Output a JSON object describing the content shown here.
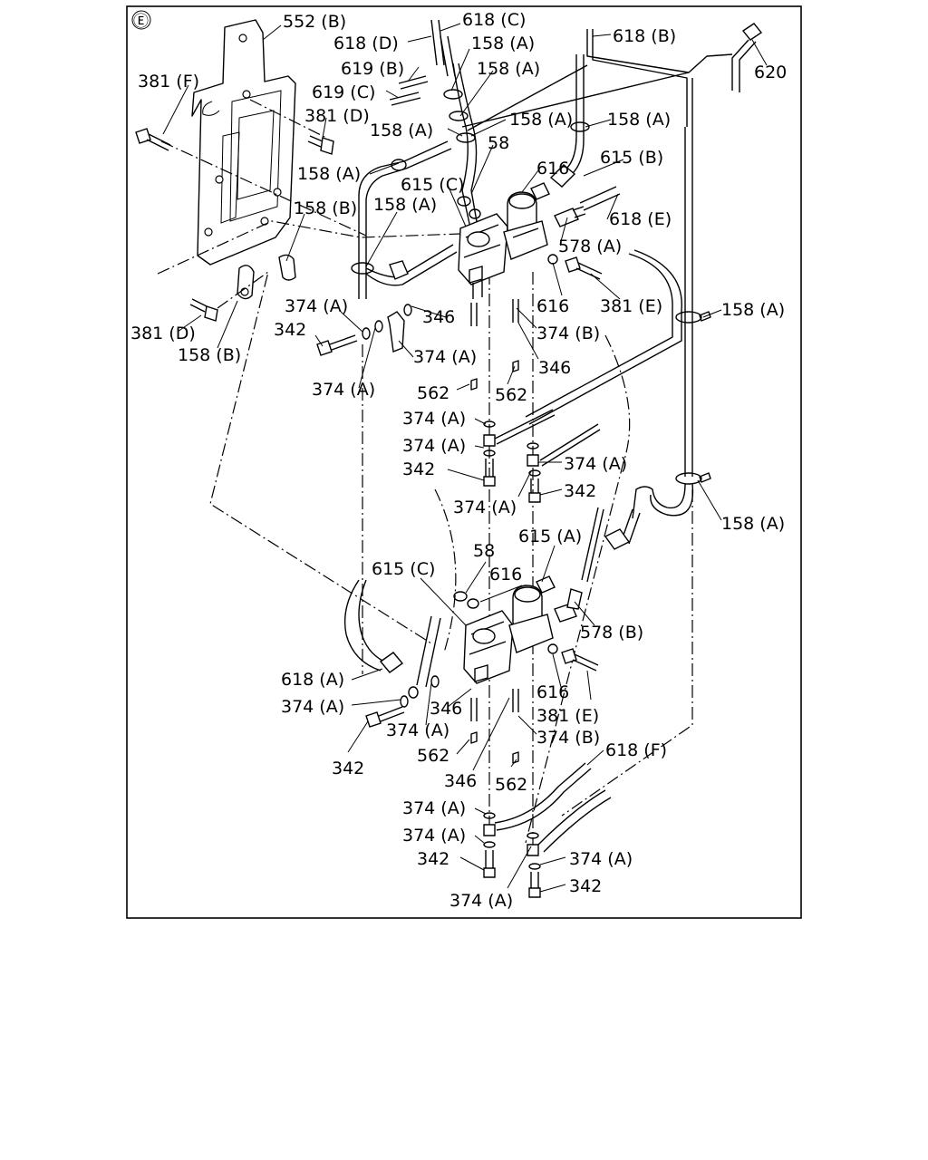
{
  "section_marker": "Ⓔ",
  "callouts": [
    {
      "id": "c1",
      "text": "552 (B)"
    },
    {
      "id": "c2",
      "text": "618 (C)"
    },
    {
      "id": "c3",
      "text": "618 (D)"
    },
    {
      "id": "c4",
      "text": "158 (A)"
    },
    {
      "id": "c5",
      "text": "618 (B)"
    },
    {
      "id": "c6",
      "text": "619 (B)"
    },
    {
      "id": "c7",
      "text": "158 (A)"
    },
    {
      "id": "c8",
      "text": "620"
    },
    {
      "id": "c9",
      "text": "381 (F)"
    },
    {
      "id": "c10",
      "text": "619 (C)"
    },
    {
      "id": "c11",
      "text": "381 (D)"
    },
    {
      "id": "c12",
      "text": "158 (A)"
    },
    {
      "id": "c13",
      "text": "158 (A)"
    },
    {
      "id": "c14",
      "text": "158 (A)"
    },
    {
      "id": "c15",
      "text": "58"
    },
    {
      "id": "c16",
      "text": "158 (A)"
    },
    {
      "id": "c17",
      "text": "616"
    },
    {
      "id": "c18",
      "text": "615 (B)"
    },
    {
      "id": "c19",
      "text": "615 (C)"
    },
    {
      "id": "c20",
      "text": "158 (B)"
    },
    {
      "id": "c21",
      "text": "158 (A)"
    },
    {
      "id": "c22",
      "text": "618 (E)"
    },
    {
      "id": "c23",
      "text": "578 (A)"
    },
    {
      "id": "c24",
      "text": "374 (A)"
    },
    {
      "id": "c25",
      "text": "616"
    },
    {
      "id": "c26",
      "text": "381 (E)"
    },
    {
      "id": "c27",
      "text": "158 (A)"
    },
    {
      "id": "c28",
      "text": "342"
    },
    {
      "id": "c29",
      "text": "346"
    },
    {
      "id": "c30",
      "text": "374 (B)"
    },
    {
      "id": "c31",
      "text": "381 (D)"
    },
    {
      "id": "c32",
      "text": "374 (A)"
    },
    {
      "id": "c33",
      "text": "158 (B)"
    },
    {
      "id": "c34",
      "text": "346"
    },
    {
      "id": "c35",
      "text": "374 (A)"
    },
    {
      "id": "c36",
      "text": "562"
    },
    {
      "id": "c37",
      "text": "562"
    },
    {
      "id": "c38",
      "text": "374 (A)"
    },
    {
      "id": "c39",
      "text": "374 (A)"
    },
    {
      "id": "c40",
      "text": "374 (A)"
    },
    {
      "id": "c41",
      "text": "342"
    },
    {
      "id": "c42",
      "text": "342"
    },
    {
      "id": "c43",
      "text": "374 (A)"
    },
    {
      "id": "c44",
      "text": "158 (A)"
    },
    {
      "id": "c45",
      "text": "58"
    },
    {
      "id": "c46",
      "text": "615 (A)"
    },
    {
      "id": "c47",
      "text": "615 (C)"
    },
    {
      "id": "c48",
      "text": "616"
    },
    {
      "id": "c49",
      "text": "578 (B)"
    },
    {
      "id": "c50",
      "text": "618 (A)"
    },
    {
      "id": "c51",
      "text": "374 (A)"
    },
    {
      "id": "c52",
      "text": "346"
    },
    {
      "id": "c53",
      "text": "616"
    },
    {
      "id": "c54",
      "text": "381 (E)"
    },
    {
      "id": "c55",
      "text": "374 (A)"
    },
    {
      "id": "c56",
      "text": "374 (B)"
    },
    {
      "id": "c57",
      "text": "342"
    },
    {
      "id": "c58",
      "text": "562"
    },
    {
      "id": "c59",
      "text": "618 (F)"
    },
    {
      "id": "c60",
      "text": "346"
    },
    {
      "id": "c61",
      "text": "562"
    },
    {
      "id": "c62",
      "text": "374 (A)"
    },
    {
      "id": "c63",
      "text": "374 (A)"
    },
    {
      "id": "c64",
      "text": "374 (A)"
    },
    {
      "id": "c65",
      "text": "342"
    },
    {
      "id": "c66",
      "text": "342"
    },
    {
      "id": "c67",
      "text": "374 (A)"
    }
  ]
}
